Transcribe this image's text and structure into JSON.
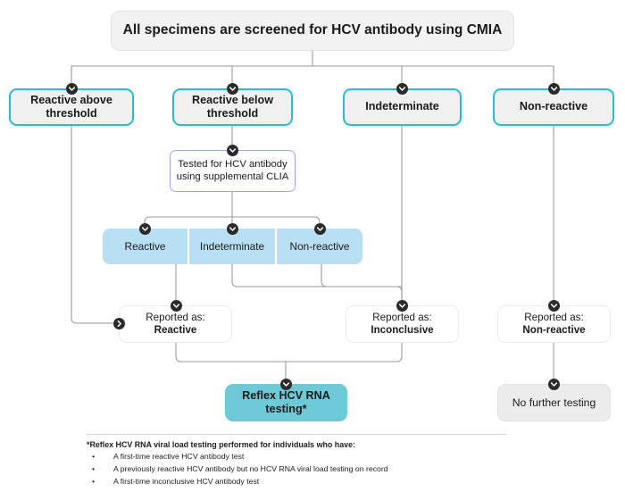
{
  "header": {
    "title": "All specimens are screened for HCV antibody using CMIA"
  },
  "tier1": [
    {
      "label": "Reactive above threshold"
    },
    {
      "label": "Reactive below threshold"
    },
    {
      "label": "Indeterminate"
    },
    {
      "label": "Non-reactive"
    }
  ],
  "supplemental": {
    "label": "Tested for HCV antibody using supplemental CLIA"
  },
  "clia_results": [
    {
      "label": "Reactive"
    },
    {
      "label": "Indeterminate"
    },
    {
      "label": "Non-reactive"
    }
  ],
  "reports": {
    "reactive": {
      "prefix": "Reported as:",
      "result": "Reactive"
    },
    "inconclusive": {
      "prefix": "Reported as:",
      "result": "Inconclusive"
    },
    "nonreactive": {
      "prefix": "Reported as:",
      "result": "Non-reactive"
    }
  },
  "outcomes": {
    "reflex": "Reflex HCV RNA testing*",
    "no_testing": "No further testing"
  },
  "footnote": {
    "title": "*Reflex HCV RNA viral load testing performed for individuals who have:",
    "bullet": "•",
    "items": [
      "A first-time reactive HCV antibody test",
      "A previously reactive HCV antibody but no HCV RNA viral load testing on record",
      "A first-time inconclusive HCV antibody test"
    ]
  },
  "colors": {
    "teal_border": "#27bcd4",
    "teal_fill": "#6cc9d5",
    "light_blue": "#b8dff2",
    "blue_border": "#9aabe0",
    "gray_fill": "#ececec",
    "header_fill": "#f2f2f2",
    "wire": "#9a9a9a",
    "marker": "#2b2b2b"
  },
  "icons": {
    "chevron_down": "chevron-down-icon",
    "chevron_right": "chevron-right-icon"
  }
}
